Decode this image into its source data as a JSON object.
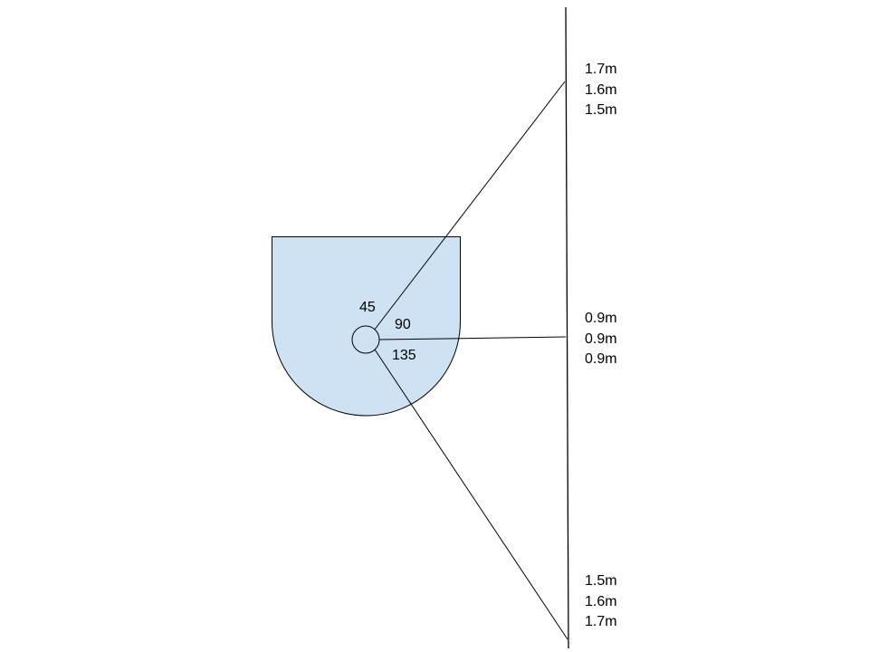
{
  "colors": {
    "base_fill": "#cfe2f3",
    "stroke": "#000000",
    "background": "#ffffff"
  },
  "angles": [
    {
      "label": "45"
    },
    {
      "label": "90"
    },
    {
      "label": "135"
    }
  ],
  "distance_groups": [
    {
      "values": [
        "1.7m",
        "1.6m",
        "1.5m"
      ]
    },
    {
      "values": [
        "0.9m",
        "0.9m",
        "0.9m"
      ]
    },
    {
      "values": [
        "1.5m",
        "1.6m",
        "1.7m"
      ]
    }
  ]
}
